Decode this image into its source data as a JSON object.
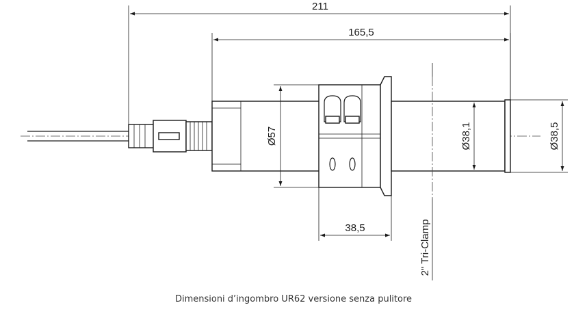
{
  "dimensions": {
    "overall_length": "211",
    "body_length": "165,5",
    "clamp_width": "38,5",
    "diameter_housing": "Ø57",
    "diameter_tube": "Ø38,1",
    "diameter_tip": "Ø38,5",
    "clamp_label": "2\" Tri-Clamp"
  },
  "caption": "Dimensioni d’ingombro UR62 versione senza pulitore",
  "colors": {
    "line": "#1a1a1a",
    "background": "#ffffff",
    "caption": "#333333"
  },
  "icons": {
    "arrow": "dimension-arrowhead"
  }
}
